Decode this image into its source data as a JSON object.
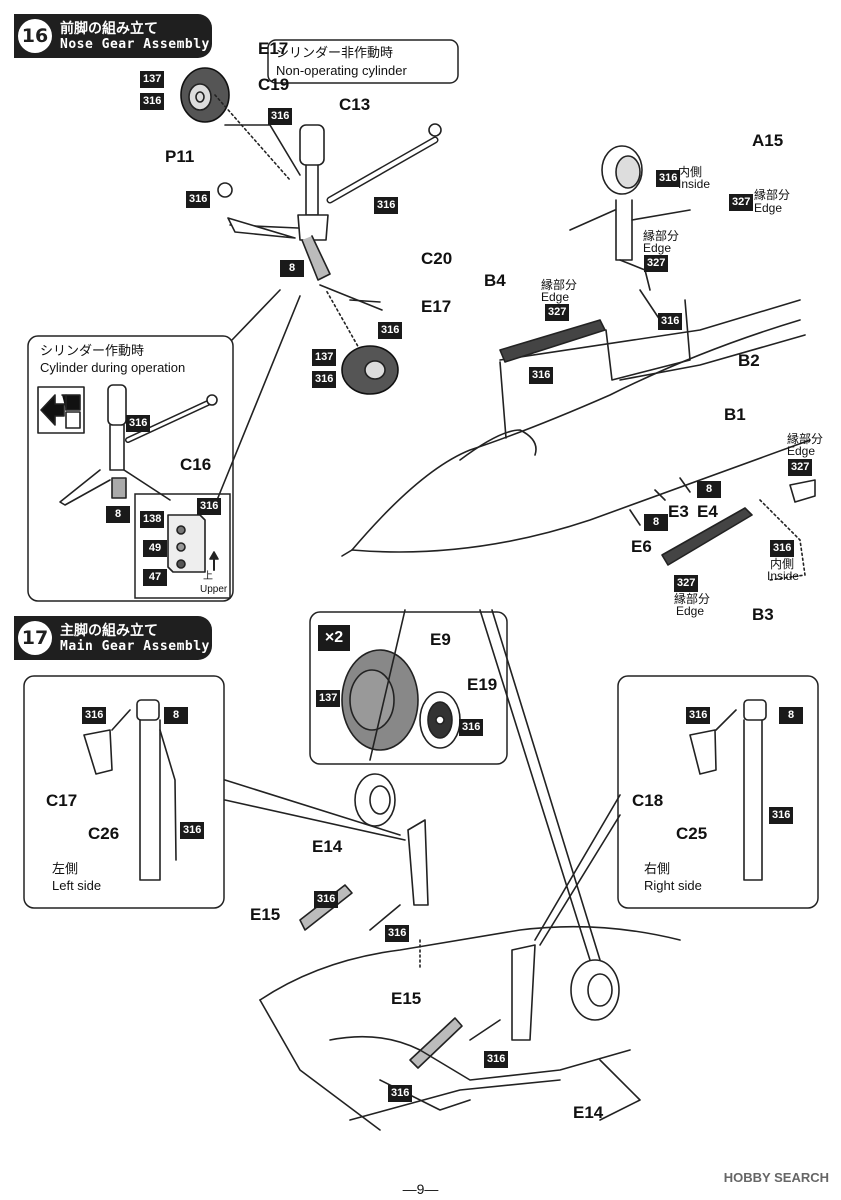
{
  "steps": [
    {
      "number": "16",
      "title_jp": "前脚の組み立て",
      "title_en": "Nose Gear Assembly"
    },
    {
      "number": "17",
      "title_jp": "主脚の組み立て",
      "title_en": "Main Gear Assembly"
    }
  ],
  "callouts": {
    "non_operating_jp": "シリンダー非作動時",
    "non_operating_en": "Non-operating cylinder",
    "operating_jp": "シリンダー作動時",
    "operating_en": "Cylinder during operation",
    "times_two": "×2",
    "upper_jp": "上",
    "upper_en": "Upper",
    "left_jp": "左側",
    "left_en": "Left side",
    "right_jp": "右側",
    "right_en": "Right side"
  },
  "notes": {
    "inside_jp": "内側",
    "inside_en": "Inside",
    "edge_jp": "縁部分",
    "edge_en": "Edge"
  },
  "parts": {
    "E17": "E17",
    "C19": "C19",
    "C13": "C13",
    "P11": "P11",
    "C20": "C20",
    "C16": "C16",
    "A15": "A15",
    "B4": "B4",
    "B2": "B2",
    "B1": "B1",
    "E3": "E3",
    "E4": "E4",
    "E6": "E6",
    "B3": "B3",
    "E9": "E9",
    "E19": "E19",
    "C17": "C17",
    "C26": "C26",
    "C18": "C18",
    "C25": "C25",
    "E14": "E14",
    "E15": "E15"
  },
  "paints": {
    "c137": "137",
    "c316": "316",
    "c8": "8",
    "c327": "327",
    "c138": "138",
    "c49": "49",
    "c47": "47"
  },
  "footer": {
    "page": "—9—",
    "watermark": "HOBBY SEARCH"
  }
}
